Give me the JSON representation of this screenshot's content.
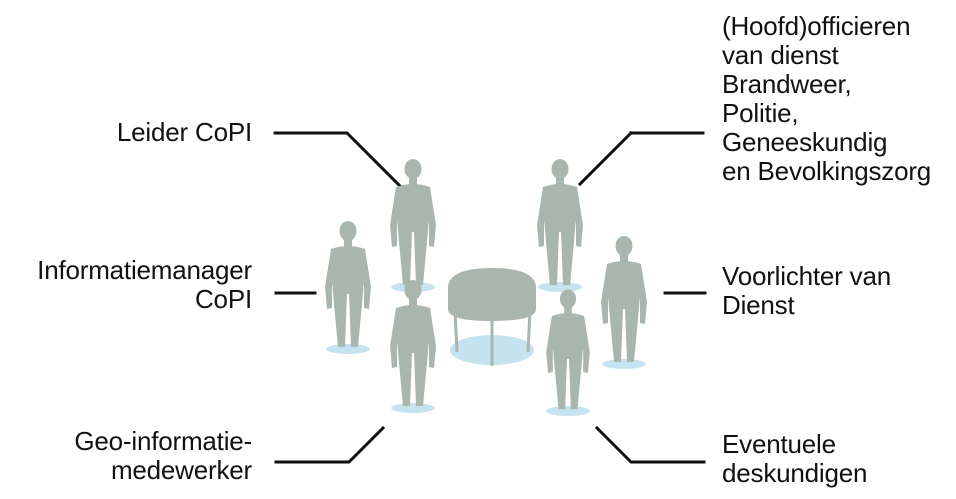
{
  "roles": {
    "leider": [
      "Leider CoPI"
    ],
    "informatiemanager": [
      "Informatiemanager",
      "CoPI"
    ],
    "geo": [
      "Geo-informatie-",
      "medewerker"
    ],
    "officieren": [
      "(Hoofd)officieren",
      "van dienst",
      "Brandweer,",
      "Politie,",
      "Geneeskundig",
      "en Bevolkingszorg"
    ],
    "voorlichter": [
      "Voorlichter van",
      "Dienst"
    ],
    "deskundigen": [
      "Eventuele",
      "deskundigen"
    ]
  },
  "colors": {
    "figure": "#a9b6ad",
    "shadow": "#c4e3ef",
    "table_top": "#a9b6ad",
    "connector": "#111111",
    "text": "#111111"
  }
}
